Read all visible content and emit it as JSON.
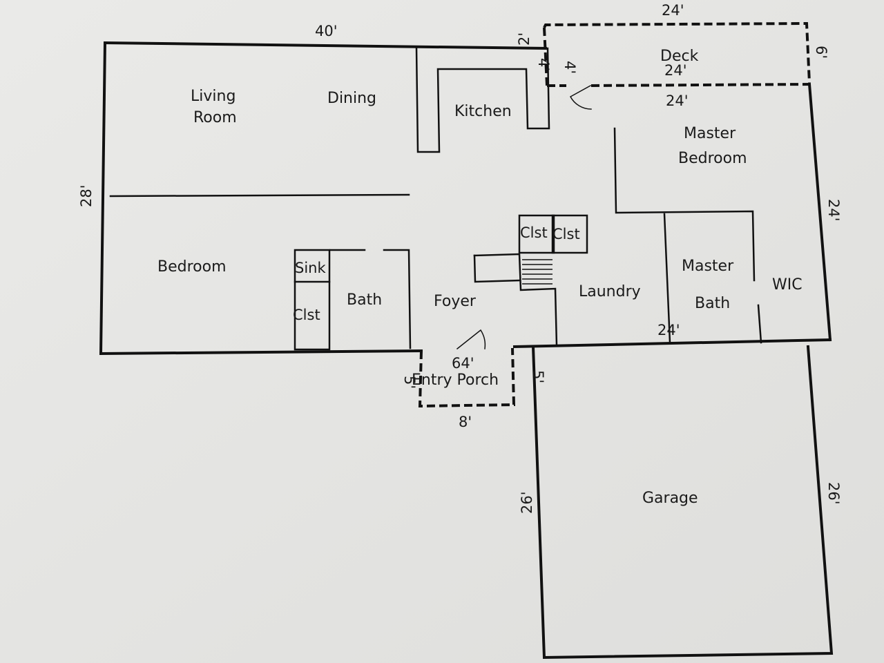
{
  "rooms": {
    "living_line1": "Living",
    "living_line2": "Room",
    "dining": "Dining",
    "kitchen": "Kitchen",
    "deck": "Deck",
    "master_bedroom_line1": "Master",
    "master_bedroom_line2": "Bedroom",
    "bedroom": "Bedroom",
    "sink": "Sink",
    "closet_left": "Clst",
    "bath": "Bath",
    "foyer": "Foyer",
    "closet_a": "Clst",
    "closet_b": "Clst",
    "laundry": "Laundry",
    "master_bath_line1": "Master",
    "master_bath_line2": "Bath",
    "wic": "WIC",
    "entry_porch": "Entry Porch",
    "garage": "Garage"
  },
  "dimensions": {
    "house_width": "40'",
    "house_depth": "28'",
    "deck_top": "24'",
    "deck_side": "6'",
    "deck_bottom": "24'",
    "deck_gap": "2'",
    "deck_step": "4'",
    "deck_step2": "4'",
    "master_top": "24'",
    "master_side": "24'",
    "master_bottom": "24'",
    "porch_top": "64'",
    "porch_left": "5'",
    "porch_right": "5'",
    "porch_bottom": "8'",
    "garage_left": "26'",
    "garage_right": "26'"
  },
  "colors": {
    "paper": "#e6e6e4",
    "ink": "#111111"
  }
}
